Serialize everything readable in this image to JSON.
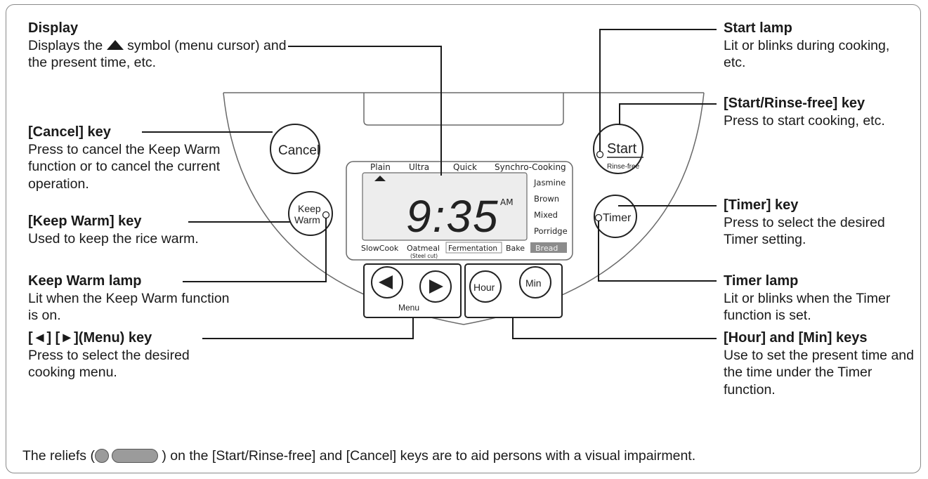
{
  "callouts": {
    "display": {
      "title": "Display",
      "desc_pre": "Displays the",
      "desc_post": "symbol (menu cursor) and the present time, etc."
    },
    "cancel_key": {
      "title": "[Cancel] key",
      "desc": "Press to cancel the Keep Warm function or to cancel the current operation."
    },
    "keep_warm_key": {
      "title": "[Keep Warm] key",
      "desc": "Used to keep the rice warm."
    },
    "keep_warm_lamp": {
      "title": "Keep Warm lamp",
      "desc": "Lit when the Keep Warm function is on."
    },
    "menu_key": {
      "title": "[◄] [►](Menu) key",
      "desc": "Press to select the desired cooking menu."
    },
    "start_lamp": {
      "title": "Start lamp",
      "desc": "Lit or blinks during cooking, etc."
    },
    "start_key": {
      "title": "[Start/Rinse-free] key",
      "desc": "Press to start cooking, etc."
    },
    "timer_key": {
      "title": "[Timer] key",
      "desc": "Press to select the desired Timer setting."
    },
    "timer_lamp": {
      "title": "Timer lamp",
      "desc": "Lit or blinks when the Timer function is set."
    },
    "hour_min_keys": {
      "title": "[Hour] and [Min] keys",
      "desc": "Use to set the present time and the time under the Timer function."
    }
  },
  "buttons": {
    "cancel": "Cancel",
    "keep_line1": "Keep",
    "keep_line2": "Warm",
    "start": "Start",
    "rinse_free": "Rinse-free",
    "timer": "Timer",
    "hour": "Hour",
    "min": "Min",
    "menu": "Menu",
    "left_arrow": "◄",
    "right_arrow": "►"
  },
  "lcd": {
    "top_menus": [
      "Plain",
      "Ultra",
      "Quick",
      "Synchro-Cooking"
    ],
    "right_menus": [
      "Jasmine",
      "Brown",
      "Mixed",
      "Porridge"
    ],
    "bottom_menus": [
      "SlowCook",
      "Oatmeal",
      "Fermentation",
      "Bake",
      "Bread"
    ],
    "oatmeal_sub": "(Steel cut)",
    "time": "9:35",
    "ampm": "AM"
  },
  "footer": {
    "pre": "The reliefs (",
    "post": ") on the [Start/Rinse-free] and [Cancel] keys are to aid persons with a visual impairment."
  },
  "colors": {
    "line": "#1a1a1a",
    "panel": "#6a6a6a",
    "lcd_bg": "#ededed",
    "bread_highlight": "#8c8c8c"
  }
}
